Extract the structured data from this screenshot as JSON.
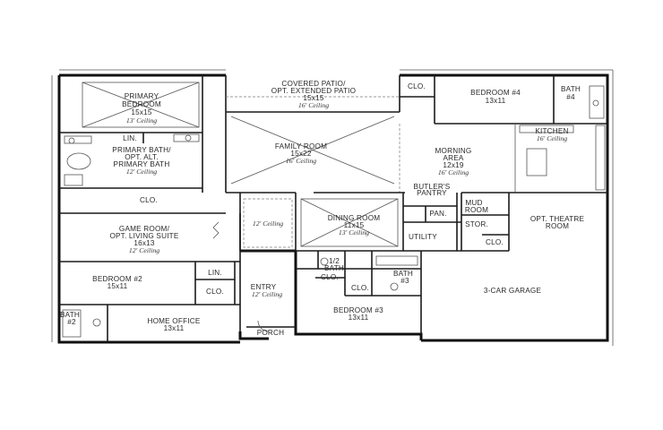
{
  "rooms": {
    "primary_bedroom": {
      "lines": [
        "PRIMARY",
        "BEDROOM",
        "15x15"
      ],
      "ceiling": "13' Ceiling"
    },
    "covered_patio": {
      "lines": [
        "COVERED PATIO/",
        "OPT. EXTENDED PATIO",
        "15x15"
      ],
      "ceiling": "16' Ceiling"
    },
    "clo_patio": "CLO.",
    "bedroom4": {
      "lines": [
        "BEDROOM #4",
        "13x11"
      ]
    },
    "bath4": {
      "lines": [
        "BATH",
        "#4"
      ]
    },
    "lin_primary": "LIN.",
    "primary_bath": {
      "lines": [
        "PRIMARY BATH/",
        "OPT. ALT.",
        "PRIMARY BATH"
      ],
      "ceiling": "12' Ceiling"
    },
    "family_room": {
      "lines": [
        "FAMILY ROOM",
        "15x22"
      ],
      "ceiling": "16' Ceiling"
    },
    "morning_area": {
      "lines": [
        "MORNING",
        "AREA",
        "12x19"
      ],
      "ceiling": "16' Ceiling"
    },
    "kitchen": {
      "lines": [
        "KITCHEN"
      ],
      "ceiling": "16' Ceiling"
    },
    "clo_primary": "CLO.",
    "butlers_pantry": {
      "lines": [
        "BUTLER'S",
        "PANTRY"
      ]
    },
    "dining_room": {
      "lines": [
        "DINING ROOM",
        "11x15"
      ],
      "ceiling": "13' Ceiling"
    },
    "gallery_ceiling": "12' Ceiling",
    "pan": "PAN.",
    "mud_room": {
      "lines": [
        "MUD",
        "ROOM"
      ]
    },
    "stor": "STOR.",
    "utility": "UTILITY",
    "clo_mud": "CLO.",
    "opt_theatre": {
      "lines": [
        "OPT. THEATRE",
        "ROOM"
      ]
    },
    "game_room": {
      "lines": [
        "GAME ROOM/",
        "OPT. LIVING SUITE",
        "16x13"
      ],
      "ceiling": "12' Ceiling"
    },
    "bedroom2": {
      "lines": [
        "BEDROOM #2",
        "15x11"
      ]
    },
    "lin_bed2": "LIN.",
    "clo_bed2": "CLO.",
    "entry": {
      "lines": [
        "ENTRY"
      ],
      "ceiling": "12' Ceiling"
    },
    "half_bath": {
      "lines": [
        "1/2",
        "BATH"
      ]
    },
    "clo_half": "CLO.",
    "bath3": {
      "lines": [
        "BATH",
        "#3"
      ]
    },
    "clo_bed3": "CLO.",
    "garage": "3-CAR GARAGE",
    "bath2": {
      "lines": [
        "BATH",
        "#2"
      ]
    },
    "home_office": {
      "lines": [
        "HOME OFFICE",
        "13x11"
      ]
    },
    "bedroom3": {
      "lines": [
        "BEDROOM #3",
        "13x11"
      ]
    },
    "porch": "PORCH"
  }
}
